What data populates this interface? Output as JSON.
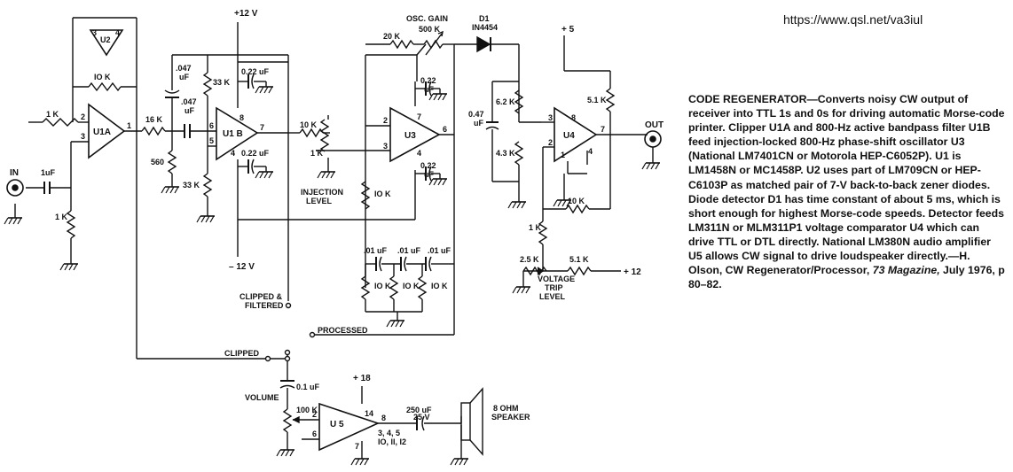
{
  "url": "https://www.qsl.net/va3iul",
  "caption": {
    "title": "CODE REGENERATOR",
    "text": "—Converts noisy CW output of receiver into TTL 1s and 0s for driving automatic Morse-code printer. Clipper U1A and 800-Hz active bandpass filter U1B feed injection-locked 800-Hz phase-shift oscillator U3 (National LM7401CN or Motorola HEP-C6052P). U1 is LM1458N or MC1458P. U2 uses part of LM709CN or HEP-C6103P as matched pair of 7-V back-to-back zener diodes. Diode detector D1 has time constant of about 5 ms, which is short enough for highest Morse-code speeds. Detector feeds LM311N or MLM311P1 voltage comparator U4 which can drive TTL or DTL directly. National LM380N audio amplifier U5 allows CW signal to drive loudspeaker directly.—H. Olson, CW Regenerator/Processor, ",
    "magazine": "73 Magazine,",
    "tail": " July 1976, p 80–82."
  },
  "labels": {
    "u1a": "U1A",
    "u1b": "U1 B",
    "u2": "U2",
    "u3": "U3",
    "u4": "U4",
    "u5": "U 5",
    "d1": "D1",
    "d1_part": "IN4454",
    "in": "IN",
    "out": "OUT",
    "plus12v": "+12 V",
    "minus12v": "– 12 V",
    "plus5": "+ 5",
    "plus18": "+ 18",
    "plus12_trip": "+ 12",
    "osc_gain": "OSC. GAIN",
    "osc_gain_val": "500 K",
    "injection_level_1": "INJECTION",
    "injection_level_2": "LEVEL",
    "voltage_trip_1": "VOLTAGE",
    "voltage_trip_2": "TRIP",
    "voltage_trip_3": "LEVEL",
    "clipped_filtered_1": "CLIPPED &",
    "clipped_filtered_2": "FILTERED",
    "clipped": "CLIPPED",
    "processed": "PROCESSED",
    "volume": "VOLUME",
    "speaker_1": "8 OHM",
    "speaker_2": "SPEAKER"
  },
  "values": {
    "r_1k_in": "1 K",
    "c_1uf_in": "1uF",
    "r_1k_gnd": "1 K",
    "r_10k_fb": "IO K",
    "r_16k": "16 K",
    "c_047_a1": ".047",
    "c_047_a2": "uF",
    "c_047_b1": ".047",
    "c_047_b2": "uF",
    "r_33k_top": "33 K",
    "r_560": "560",
    "r_33k_bot": "33 K",
    "c_022_top1": "0.22 uF",
    "c_022_bot1": "0.22 uF",
    "r_20k": "20 K",
    "r_10k_inj": "10 K",
    "pot_1k": "1 K",
    "r_10k_u3": "IO K",
    "c_022_u3a_1": "0.22",
    "c_022_u3a_2": "uF",
    "c_022_u3b_1": "0.22",
    "c_022_u3b_2": "uF",
    "c_01a": ".01 uF",
    "c_01b": ".01 uF",
    "c_01c": ".01 uF",
    "r_10k_a": "IO K",
    "r_10k_b": "IO K",
    "r_10k_c": "IO K",
    "c_047_d1": "0.47",
    "c_047_d2": "uF",
    "r_62k": "6.2 K",
    "r_43k": "4.3 K",
    "r_51k": "5.1 K",
    "r_10k_u4": "10 K",
    "r_1k_trip": "1 K",
    "pot_25k": "2.5 K",
    "r_51k_trip": "5.1 K",
    "c_01uf": "0.1 uF",
    "pot_100k": "100 K",
    "c_250": "250 uF",
    "c_25v": "25 V"
  },
  "pins": {
    "u1a_minus": "2",
    "u1a_plus": "3",
    "u1a_out": "1",
    "u1b_6": "6",
    "u1b_5": "5",
    "u1b_8": "8",
    "u1b_4": "4",
    "u1b_7": "7",
    "u3_2": "2",
    "u3_3": "3",
    "u3_7": "7",
    "u3_4": "4",
    "u3_6": "6",
    "u4_3": "3",
    "u4_2": "2",
    "u4_8": "8",
    "u4_1": "1",
    "u4_4": "4",
    "u4_7": "7",
    "u5_2": "2",
    "u5_6": "6",
    "u5_14": "14",
    "u5_7": "7",
    "u5_8": "8",
    "u5_gnd_1": "3, 4, 5",
    "u5_gnd_2": "IO, II, I2",
    "u2_3": "3",
    "u2_4": "4"
  },
  "colors": {
    "ink": "#111111",
    "paper": "#ffffff"
  }
}
